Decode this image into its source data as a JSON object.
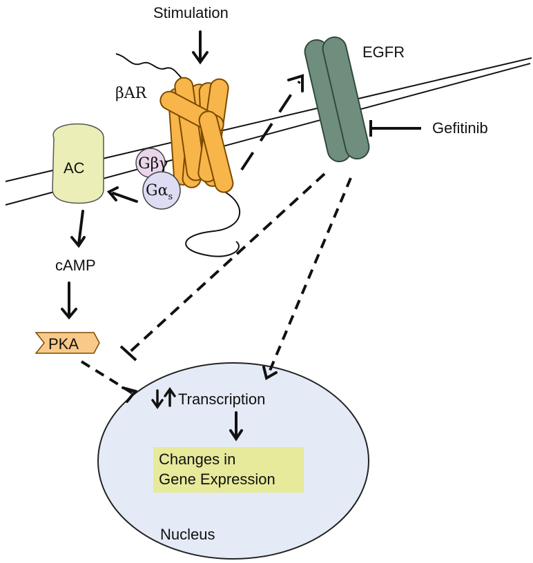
{
  "labels": {
    "stimulation": "Stimulation",
    "beta_ar": "βAR",
    "egfr": "EGFR",
    "gefitinib": "Gefitinib",
    "ac": "AC",
    "g_beta_gamma": "Gβγ",
    "g_alpha": "Gα",
    "g_alpha_sub": "s",
    "camp": "cAMP",
    "pka": "PKA",
    "transcription": "Transcription",
    "changes_line1": "Changes in",
    "changes_line2": "Gene Expression",
    "nucleus": "Nucleus"
  },
  "colors": {
    "receptor_fill": "#f7b54a",
    "receptor_stroke": "#7a4a00",
    "egfr_fill": "#6f8e7d",
    "egfr_stroke": "#2e4a3b",
    "ac_fill": "#ebeeb6",
    "gbg_fill": "#ead6ea",
    "galpha_fill": "#dcdcf2",
    "pka_fill": "#f9c98a",
    "nucleus_fill": "#e4ebf6",
    "gene_expression_highlight": "#e6ea9a"
  }
}
